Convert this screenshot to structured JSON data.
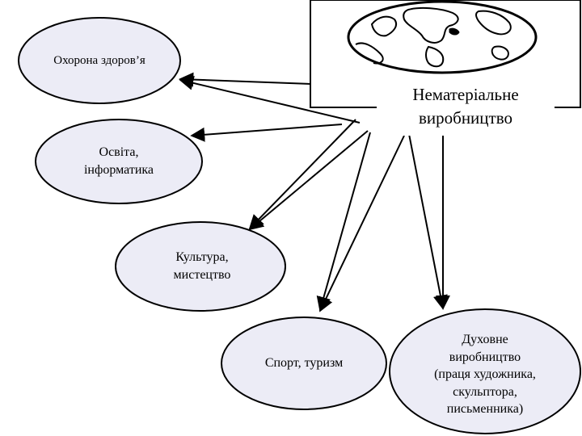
{
  "diagram": {
    "center": {
      "title": "Нематеріальне\nвиробництво",
      "icon": "globe-icon"
    },
    "nodes": [
      {
        "id": "health",
        "label": "Охорона здоров’я"
      },
      {
        "id": "education",
        "label": "Освіта,\nінформатика"
      },
      {
        "id": "culture",
        "label": "Культура,\nмистецтво"
      },
      {
        "id": "sport",
        "label": "Спорт, туризм"
      },
      {
        "id": "spiritual",
        "label": "Духовне\nвиробництво\n(праця художника,\nскульптора,\nписьменника)"
      }
    ]
  }
}
